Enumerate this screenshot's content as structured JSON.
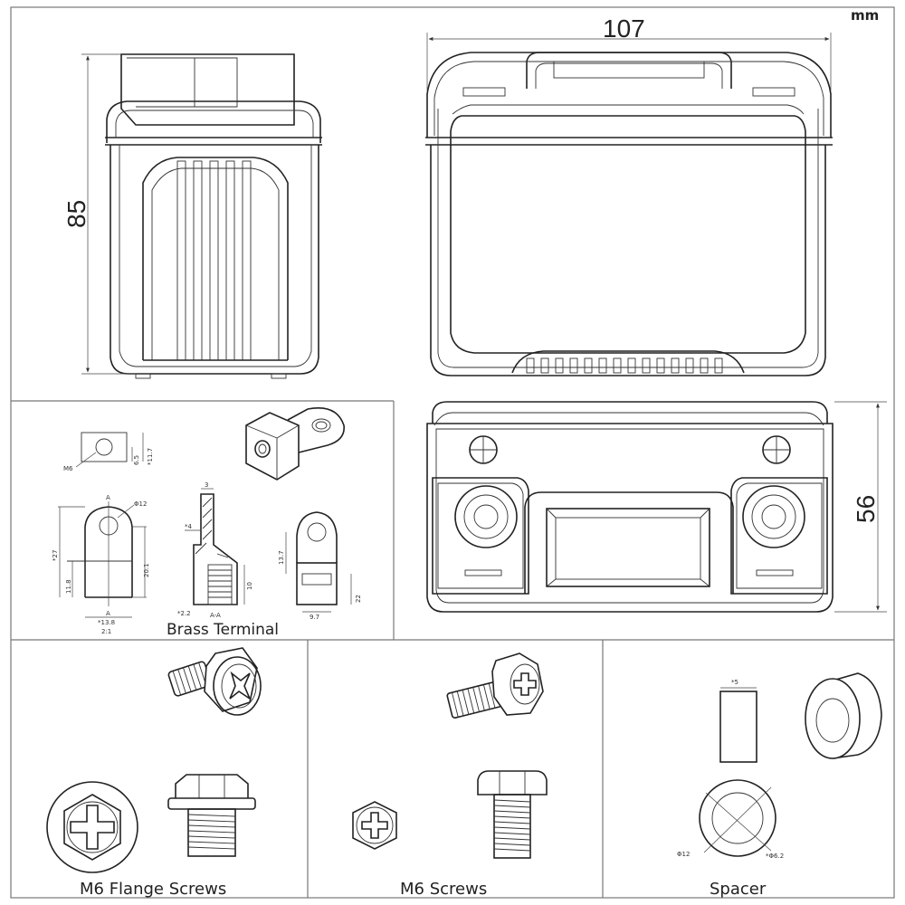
{
  "unit_label": "mm",
  "dimensions": {
    "height": "85",
    "length": "107",
    "width": "56"
  },
  "brass_terminal": {
    "title": "Brass Terminal",
    "thread_label": "M6",
    "dim_6_5": "6.5",
    "dim_11_7": "*11.7",
    "section_a_top": "A",
    "section_a_bottom": "A",
    "dia_12": "Φ12",
    "dim_27": "*27",
    "dim_11_8": "11.8",
    "dim_20_1": "20.1",
    "dim_13_8": "*13.8",
    "scale": "2:1",
    "dim_3": "3",
    "dim_4": "*4",
    "section_label": "A-A",
    "dim_2_2": "*2.2",
    "dim_10": "10",
    "dim_13_7": "13.7",
    "dim_9_7": "9.7",
    "dim_22": "22"
  },
  "captions": {
    "flange": "M6 Flange Screws",
    "screws": "M6  Screws",
    "spacer": "Spacer"
  },
  "spacer_dims": {
    "height": "*5",
    "outer": "Φ12",
    "inner": "*Φ6.2"
  }
}
